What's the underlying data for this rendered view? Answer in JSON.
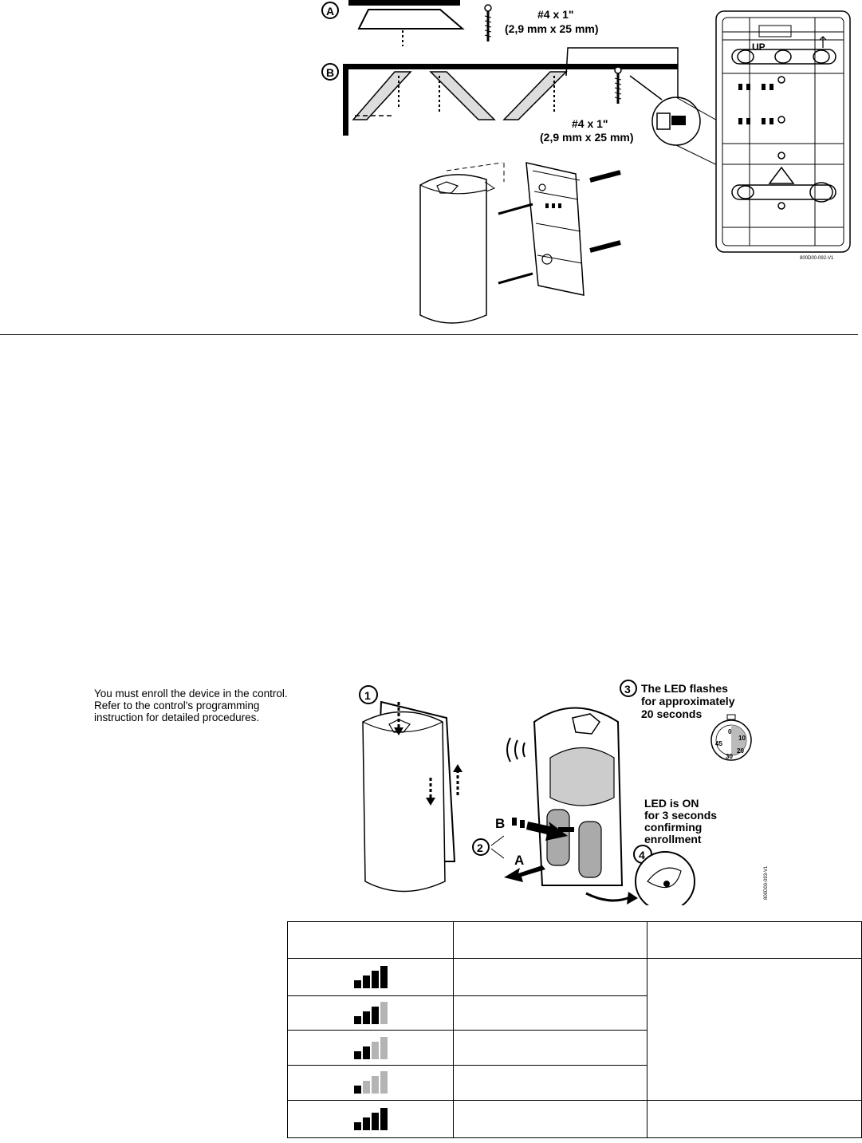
{
  "figure_top": {
    "callout_a": "A",
    "callout_b": "B",
    "screw_a_line1": "#4 x 1\"",
    "screw_a_line2": "(2,9 mm x 25 mm)",
    "screw_b_line1": "#4 x 1\"",
    "screw_b_line2": "(2,9 mm x 25 mm)",
    "up_label": "UP",
    "figure_code": "800D00-092-V1"
  },
  "enroll": {
    "instruction_line1": "You must enroll the device in the control.",
    "instruction_line2": "Refer to the control's programming",
    "instruction_line3": "instruction for detailed  procedures.",
    "step1": "1",
    "step2": "2",
    "step3": "3",
    "step4": "4",
    "step3_line1": "The LED flashes",
    "step3_line2": "for approximately",
    "step3_line3": "20 seconds",
    "timer_0": "0",
    "timer_10": "10",
    "timer_20": "20",
    "timer_30": "30",
    "timer_45": "45",
    "step4_line1": "LED is ON",
    "step4_line2": "for 3 seconds",
    "step4_line3": "confirming",
    "step4_line4": "enrollment",
    "arrow_a": "A",
    "arrow_b": "B",
    "figure_code": "800D00-093-V1"
  },
  "signal_table": {
    "rows": [
      {
        "bars_on": 4
      },
      {
        "bars_on": 3
      },
      {
        "bars_on": 2
      },
      {
        "bars_on": 1
      },
      {
        "bars_on": 4
      }
    ]
  }
}
